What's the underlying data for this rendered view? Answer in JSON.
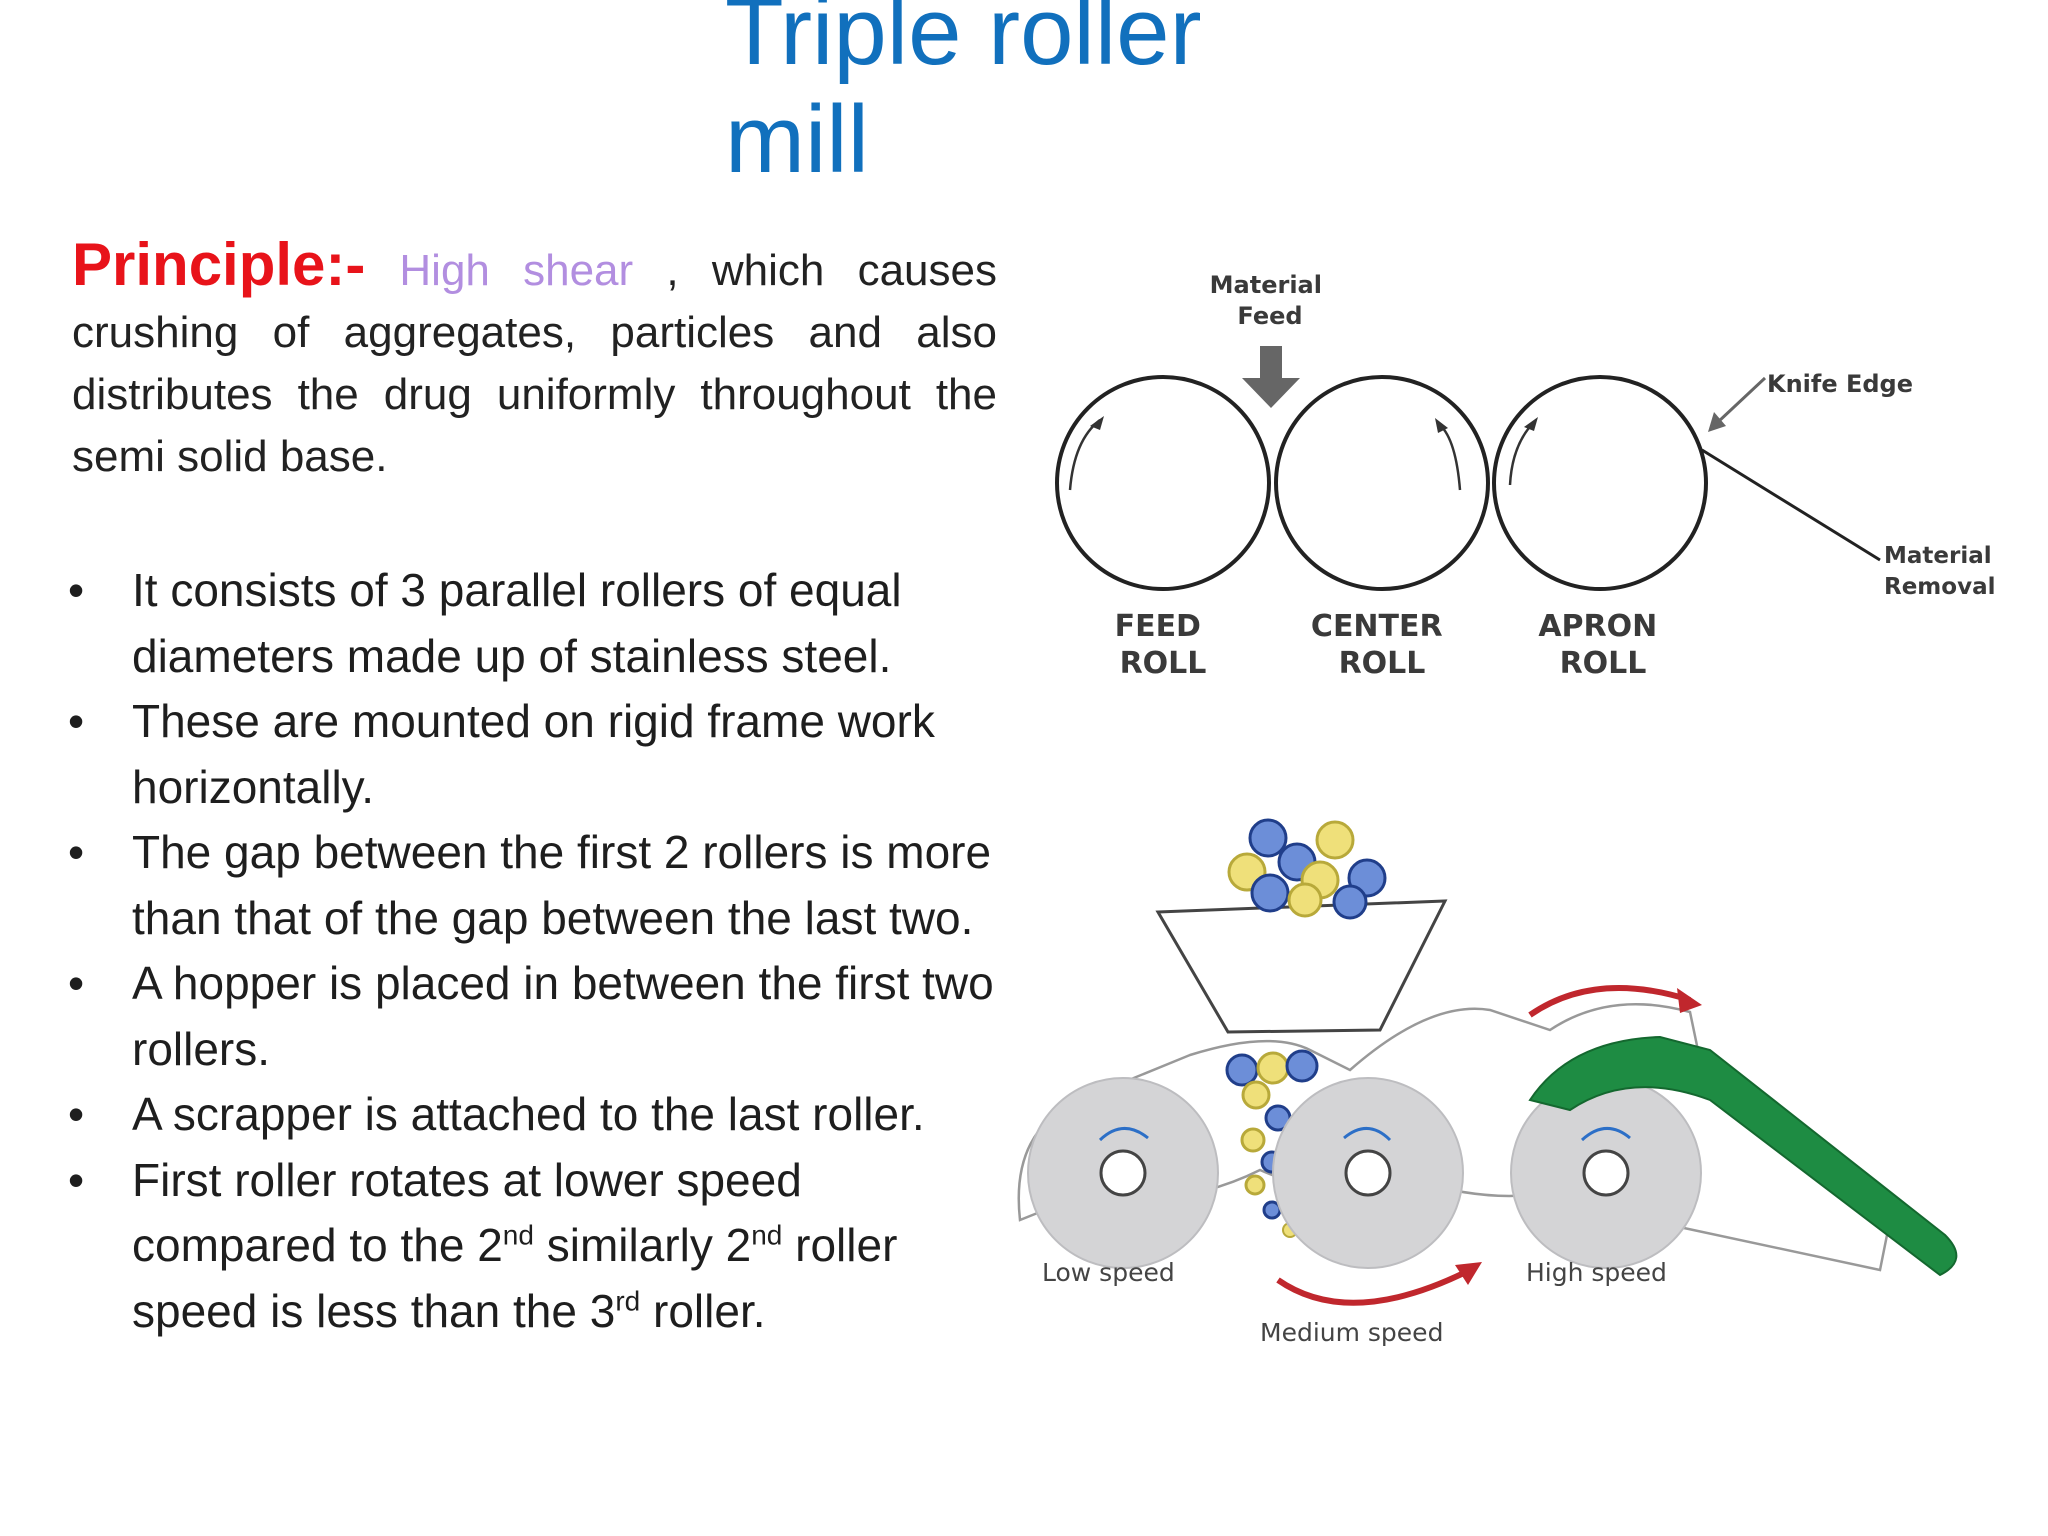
{
  "title": [
    "Triple roller",
    "mill"
  ],
  "principle": {
    "label": "Principle:-",
    "keyword": "High shear",
    "text": " , which causes crushing of aggregates, particles and also distributes the drug uniformly throughout the semi solid base."
  },
  "bullets": [
    {
      "text": "It consists of 3 parallel rollers of equal diameters made up of stainless steel."
    },
    {
      "text": "These are mounted on rigid frame work horizontally."
    },
    {
      "text": "The gap between the first 2 rollers is more than that of the gap between the last two."
    },
    {
      "text": "A hopper is placed in between the first two rollers."
    },
    {
      "text": "A scrapper is attached to the last roller."
    },
    {
      "parts": [
        "First roller rotates at lower speed compared to the 2",
        "nd",
        " similarly 2",
        "nd",
        " roller speed is less than the 3",
        "rd",
        " roller."
      ]
    }
  ],
  "diagram1": {
    "material_feed": [
      "Material",
      "Feed"
    ],
    "knife_edge": "Knife Edge",
    "material_removal": [
      "Material",
      "Removal"
    ],
    "rolls": [
      [
        "FEED",
        "ROLL"
      ],
      [
        "CENTER",
        "ROLL"
      ],
      [
        "APRON",
        "ROLL"
      ]
    ]
  },
  "diagram2": {
    "low_speed": "Low speed",
    "medium_speed": "Medium speed",
    "high_speed": "High speed"
  },
  "colors": {
    "title": "#1170bd",
    "principle_label": "#e8131a",
    "keyword": "#b28ee0",
    "green_band": "#1e8c43",
    "red_arrow": "#c0272d",
    "roller_fill": "#d4d4d6"
  }
}
